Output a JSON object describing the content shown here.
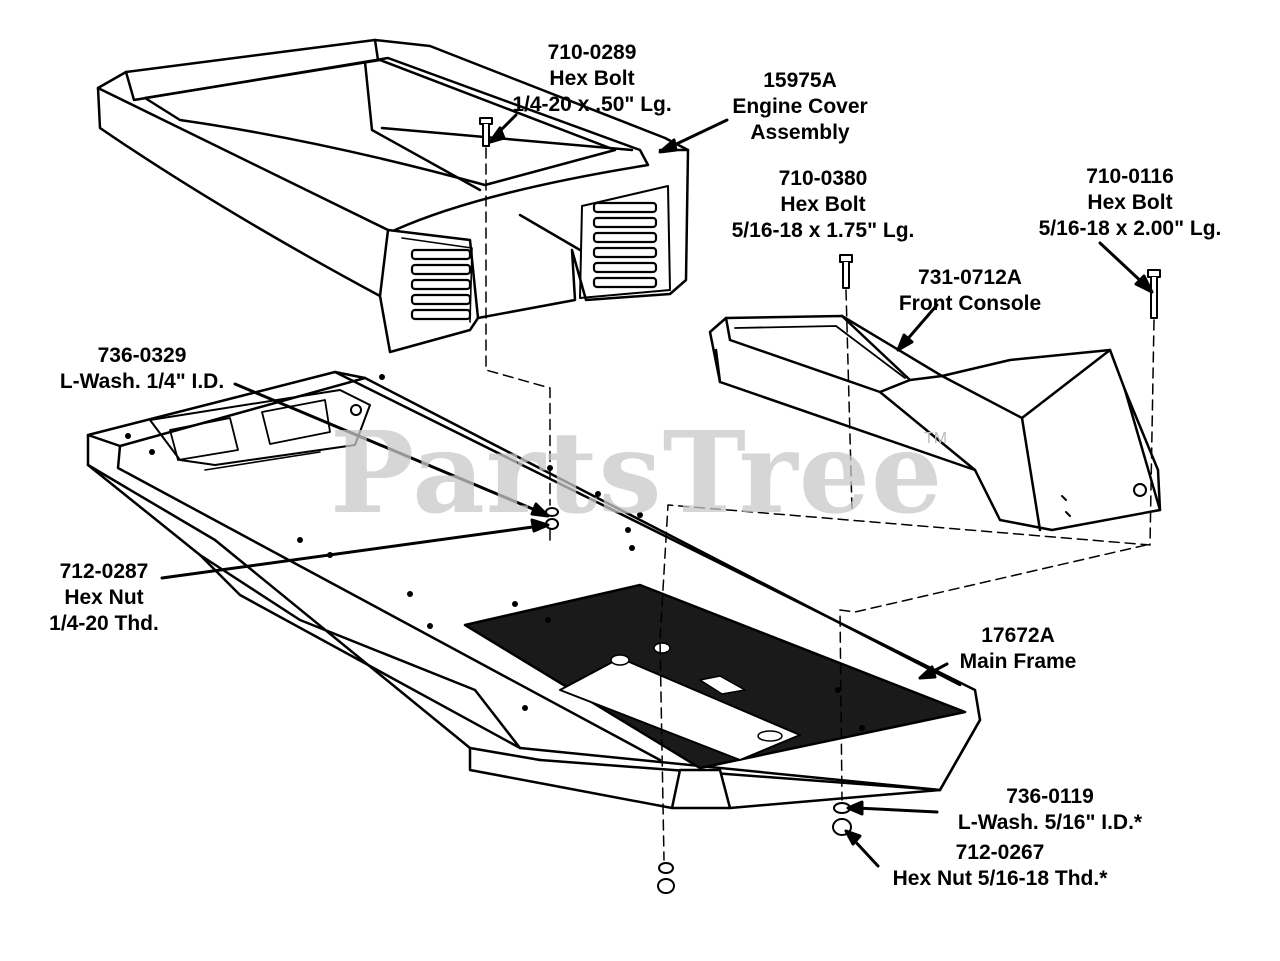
{
  "watermark": {
    "text": "PartsTree",
    "trademark": "TM"
  },
  "callouts": {
    "bolt_710_0289": {
      "part": "710-0289",
      "name": "Hex Bolt",
      "spec": "1/4-20 x .50\" Lg."
    },
    "cover_15975a": {
      "part": "15975A",
      "name": "Engine Cover",
      "spec": "Assembly"
    },
    "bolt_710_0380": {
      "part": "710-0380",
      "name": "Hex Bolt",
      "spec": "5/16-18 x 1.75\" Lg."
    },
    "bolt_710_0116": {
      "part": "710-0116",
      "name": "Hex Bolt",
      "spec": "5/16-18 x 2.00\" Lg."
    },
    "console_731_0712a": {
      "part": "731-0712A",
      "name": "Front Console"
    },
    "washer_736_0329": {
      "part": "736-0329",
      "name": "L-Wash. 1/4\" I.D."
    },
    "nut_712_0287": {
      "part": "712-0287",
      "name": "Hex Nut",
      "spec": "1/4-20 Thd."
    },
    "frame_17672a": {
      "part": "17672A",
      "name": "Main Frame"
    },
    "washer_736_0119": {
      "part": "736-0119",
      "name": "L-Wash. 5/16\" I.D.*"
    },
    "nut_712_0267": {
      "part": "712-0267",
      "name": "Hex Nut 5/16-18 Thd.*"
    }
  },
  "colors": {
    "ink": "#000000",
    "watermark": "#c9c9c9",
    "paper": "#ffffff"
  }
}
